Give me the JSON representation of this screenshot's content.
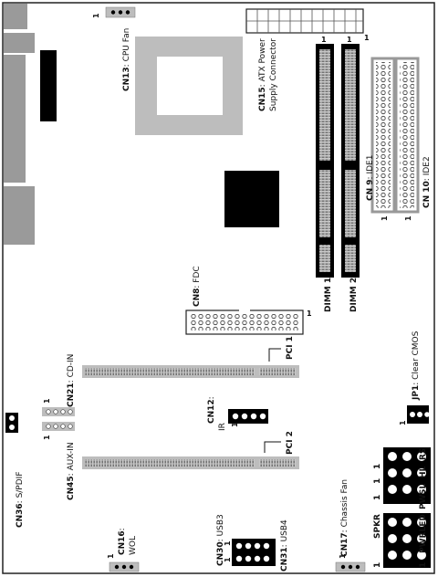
{
  "labels": {
    "cn13": {
      "id": "CN13",
      "name": ": CPU Fan"
    },
    "cn15": {
      "id": "CN15",
      "name": ": ATX Power",
      "line2": "Supply Connector"
    },
    "cn9": {
      "id": "CN 9",
      "name": ": IDE1"
    },
    "cn10": {
      "id": "CN 10",
      "name": ": IDE2"
    },
    "dimm1": "DIMM 1",
    "dimm2": "DIMM 2",
    "cn8": {
      "id": "CN8",
      "name": ": FDC"
    },
    "pci1": "PCI 1",
    "pci2": "PCI 2",
    "cn21": {
      "id": "CN21",
      "name": ": CD-IN"
    },
    "cn45": {
      "id": "CN45",
      "name": ": AUX-IN"
    },
    "cn12": {
      "id": "CN12",
      "name": ":",
      "line2": "IR"
    },
    "jp1": {
      "id": "JP1",
      "name": ": Clear CMOS"
    },
    "cn36": {
      "id": "CN36",
      "name": ": S/PDIF"
    },
    "cn16": {
      "id": "CN16",
      "name": ":",
      "line2": "WOL"
    },
    "cn30": {
      "id": "CN30",
      "name": ": USB3"
    },
    "cn31": {
      "id": "CN31",
      "name": ": USB4"
    },
    "cn17": {
      "id": "CN17",
      "name": ": Chassis Fan"
    },
    "front_panel": {
      "spkr": "SPKR",
      "pwrled": "PWRLED",
      "pw": "PW",
      "sl": "SL",
      "hl": "HL",
      "rs": "RS"
    },
    "pin_one": "1"
  }
}
